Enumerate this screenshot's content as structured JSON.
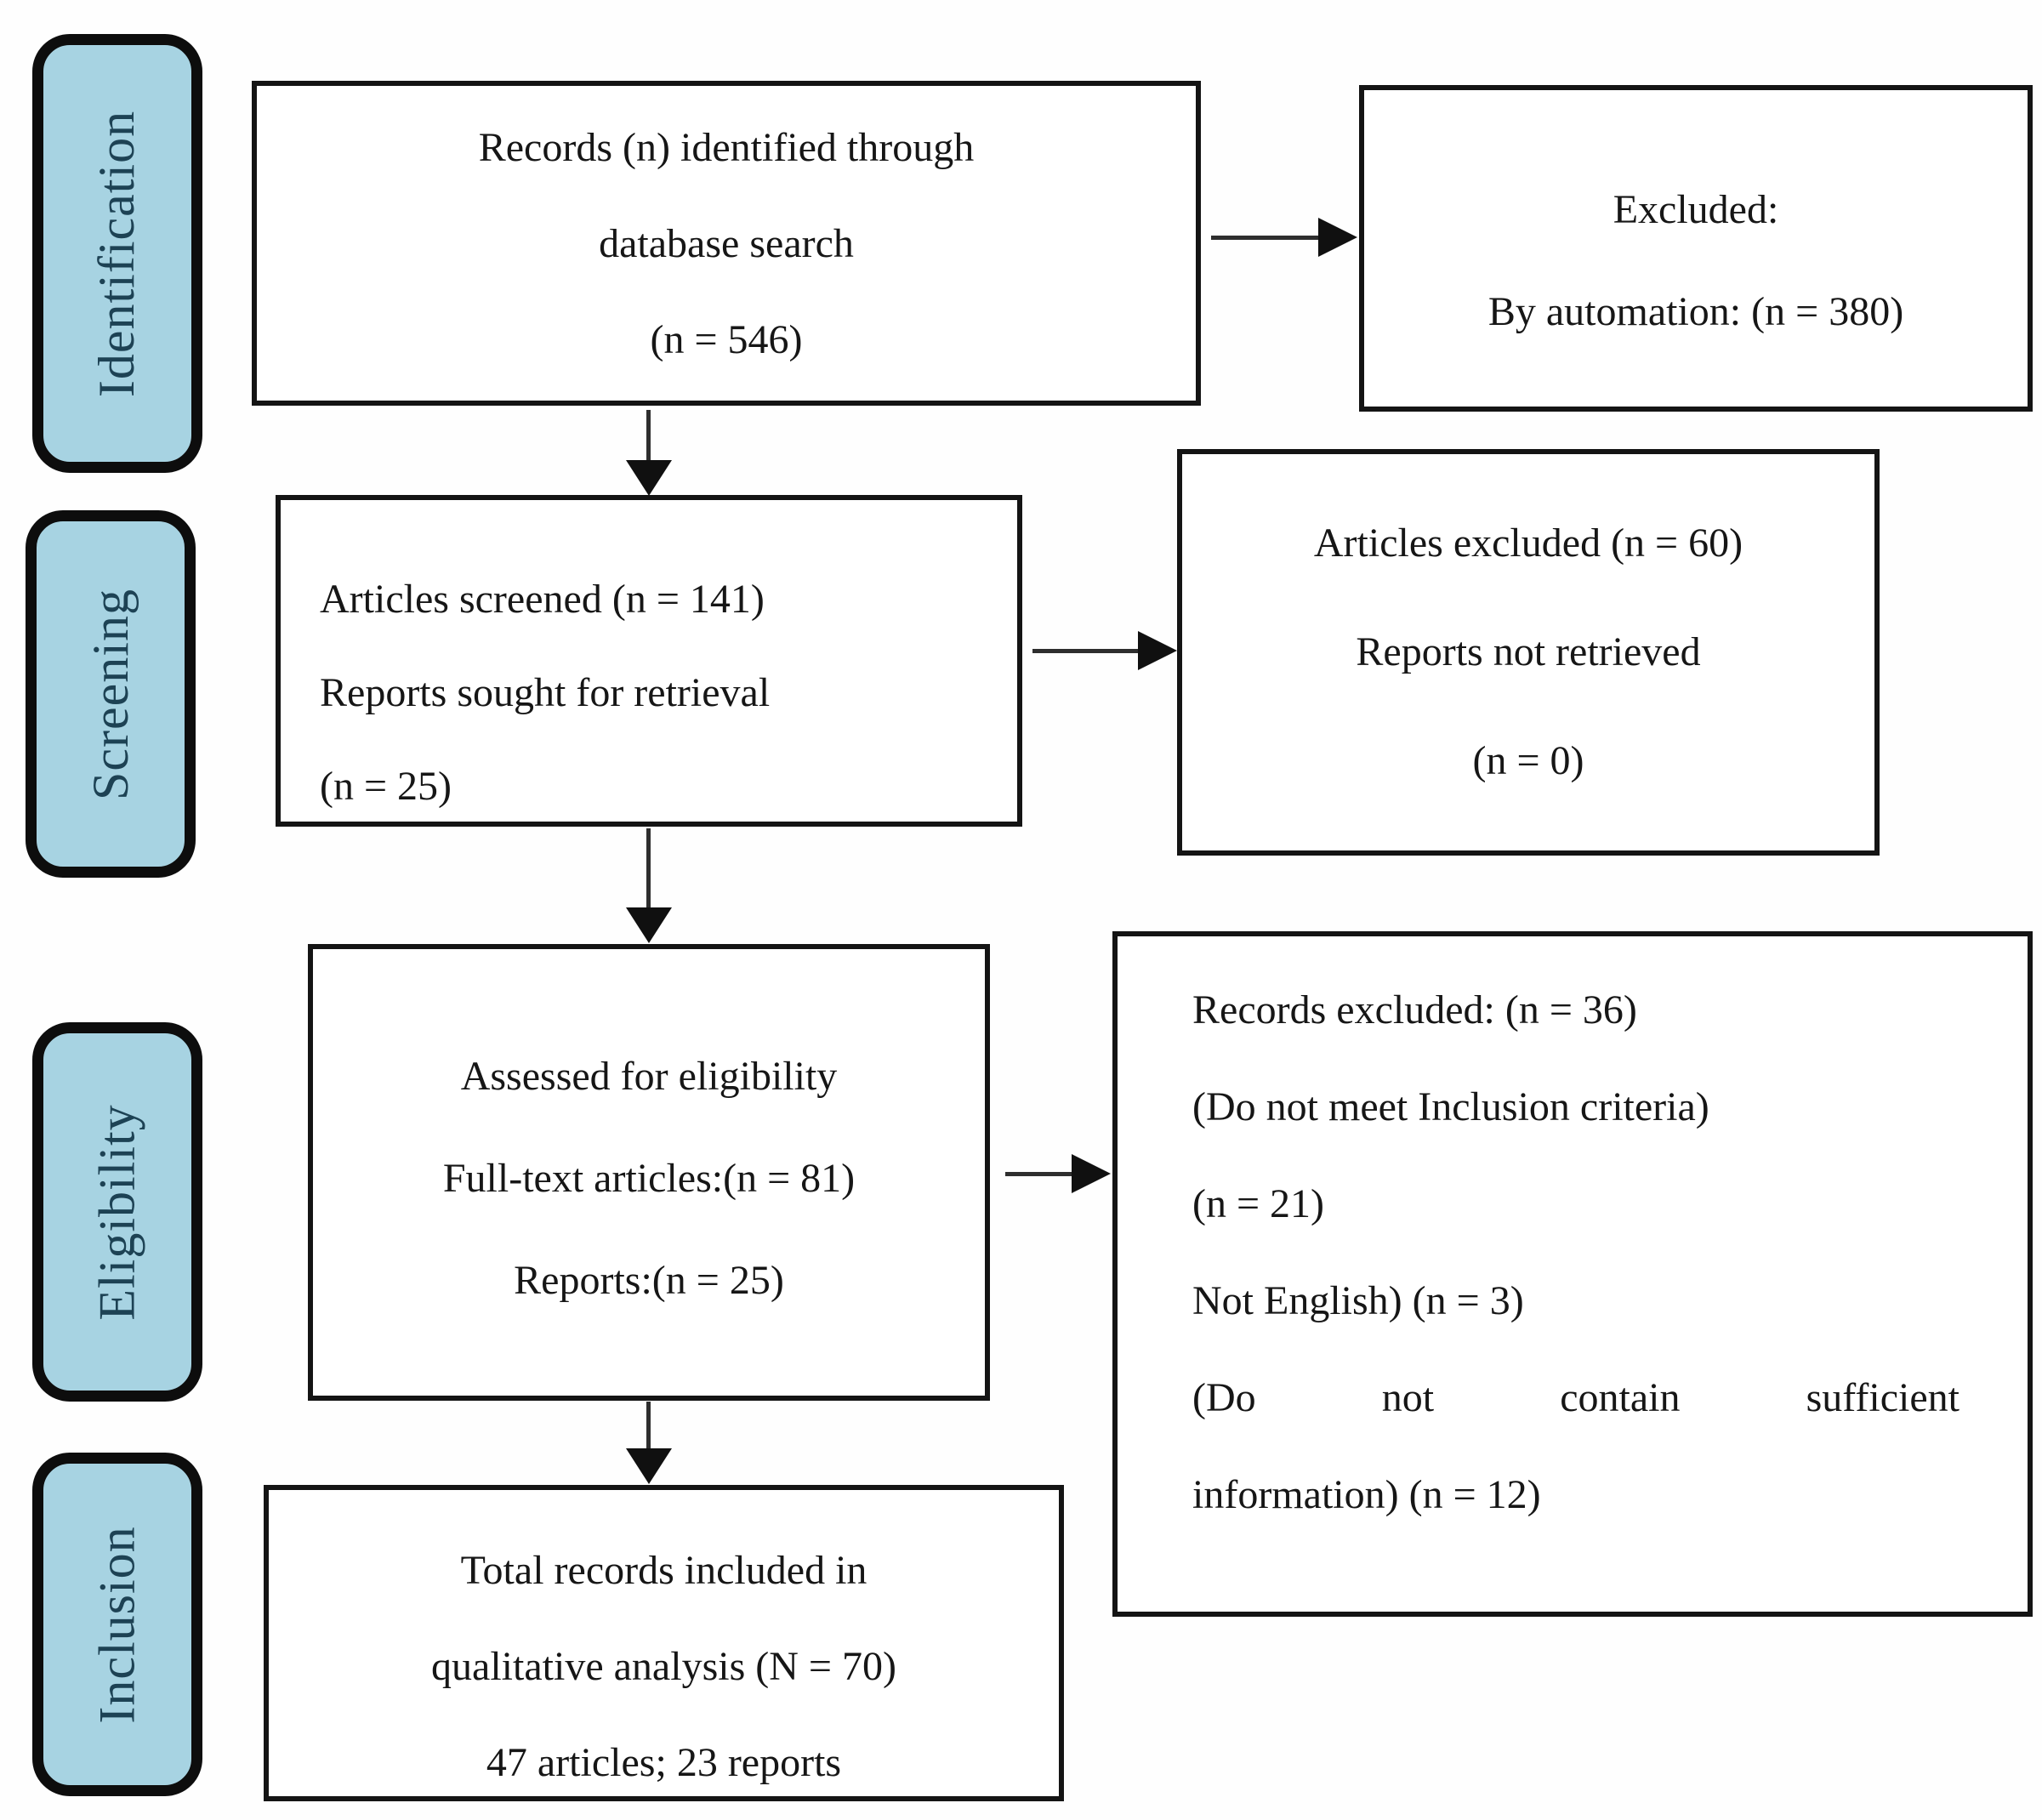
{
  "stages": [
    {
      "label": "Identification"
    },
    {
      "label": "Screening"
    },
    {
      "label": "Eligibility"
    },
    {
      "label": "Inclusion"
    }
  ],
  "boxes": {
    "records_identified": {
      "lines": [
        "Records (n) identified through",
        "database search",
        "(n = 546)"
      ]
    },
    "excluded_by_automation": {
      "lines": [
        "Excluded:",
        "By automation: (n = 380)"
      ]
    },
    "articles_screened": {
      "lines": [
        "Articles screened (n = 141)",
        "Reports sought for retrieval",
        "(n = 25)"
      ]
    },
    "articles_excluded": {
      "lines": [
        "Articles excluded (n = 60)",
        "Reports not retrieved",
        "(n = 0)"
      ]
    },
    "assessed_for_eligibility": {
      "lines": [
        "Assessed for eligibility",
        "Full-text articles:(n = 81)",
        "Reports:(n = 25)"
      ]
    },
    "records_excluded": {
      "lines": [
        "Records excluded: (n = 36)",
        "(Do not meet Inclusion criteria)",
        "(n = 21)",
        "Not English) (n = 3)",
        "(Do not contain sufficient",
        "information) (n = 12)"
      ]
    },
    "total_included": {
      "lines": [
        "Total records included in",
        "qualitative analysis (N = 70)",
        "47 articles; 23 reports"
      ]
    }
  },
  "colors": {
    "stage_fill": "#a7d3e2",
    "stage_text": "#1d4254",
    "box_background": "#ffffff",
    "box_border": "#141414",
    "arrow": "#101010",
    "text": "#161616"
  }
}
